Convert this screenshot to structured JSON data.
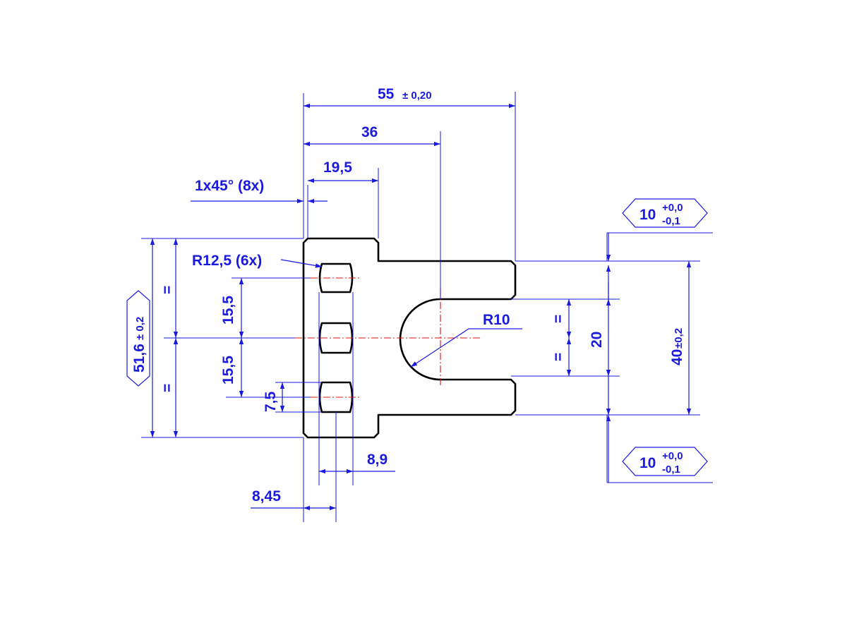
{
  "colors": {
    "dimension": "#1a1adf",
    "outline": "#000000",
    "centerline": "#e01010",
    "background": "#ffffff"
  },
  "dimensions": {
    "overall_width": {
      "value": "55",
      "tol": "± 0,20"
    },
    "center_slot": "36",
    "notch_width": "19,5",
    "chamfer": "1x45° (8x)",
    "slot_radius_small": "R12,5 (6x)",
    "u_radius": "R10",
    "pitch_upper": "15,5",
    "pitch_lower": "15,5",
    "slot_height": "7,5",
    "slot_width": "8,9",
    "slot_offset": "8,45",
    "equal_sign": "=",
    "slot_gap": "20",
    "inner_height": {
      "value": "40",
      "tol": "±0,2"
    },
    "overall_height": {
      "value": "51,6",
      "tol": "± 0,2"
    },
    "tine_top": {
      "value": "10",
      "tol_upper": "+0,0",
      "tol_lower": "-0,1"
    },
    "tine_bottom": {
      "value": "10",
      "tol_upper": "+0,0",
      "tol_lower": "-0,1"
    }
  }
}
